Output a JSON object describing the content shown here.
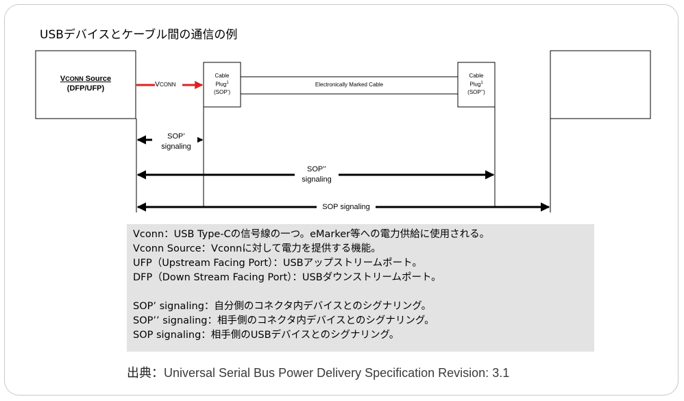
{
  "title": "USBデバイスとケーブル間の通信の例",
  "diagram": {
    "source_box": {
      "line1_first": "V",
      "line1_smallcaps": "CONN",
      "line1_rest": " Source",
      "line2": "(DFP/UFP)"
    },
    "vconn_arrow": {
      "first": "V",
      "smallcaps": "CONN"
    },
    "plug_left": {
      "line1": "Cable",
      "line2": "Plug",
      "sup": "1",
      "line3": "(SOP’)"
    },
    "plug_right": {
      "line1": "Cable",
      "line2": "Plug",
      "sup": "1",
      "line3": "(SOP’’)"
    },
    "cable_label": "Electronically Marked Cable",
    "sop_prime_signaling": {
      "line1": "SOP’",
      "line2": "signaling"
    },
    "sop_double_prime_signaling": {
      "line1": "SOP’’",
      "line2": "signaling"
    },
    "sop_signaling": "SOP signaling",
    "colors": {
      "vconn_arrow": "#e02020",
      "lines": "#000000"
    }
  },
  "notes": [
    "Vconn：USB Type-Cの信号線の一つ。eMarker等への電力供給に使用される。",
    "Vconn Source：Vconnに対して電力を提供する機能。",
    "UFP（Upstream Facing Port）：USBアップストリームポート。",
    "DFP（Down Stream Facing Port）：USBダウンストリームポート。",
    "",
    "SOP’ signaling：自分側のコネクタ内デバイスとのシグナリング。",
    "SOP’’ signaling：相手側のコネクタ内デバイスとのシグナリング。",
    "SOP signaling：相手側のUSBデバイスとのシグナリング。"
  ],
  "source": {
    "label": "出典：",
    "text": "Universal Serial Bus Power Delivery Specification Revision: 3.1"
  }
}
